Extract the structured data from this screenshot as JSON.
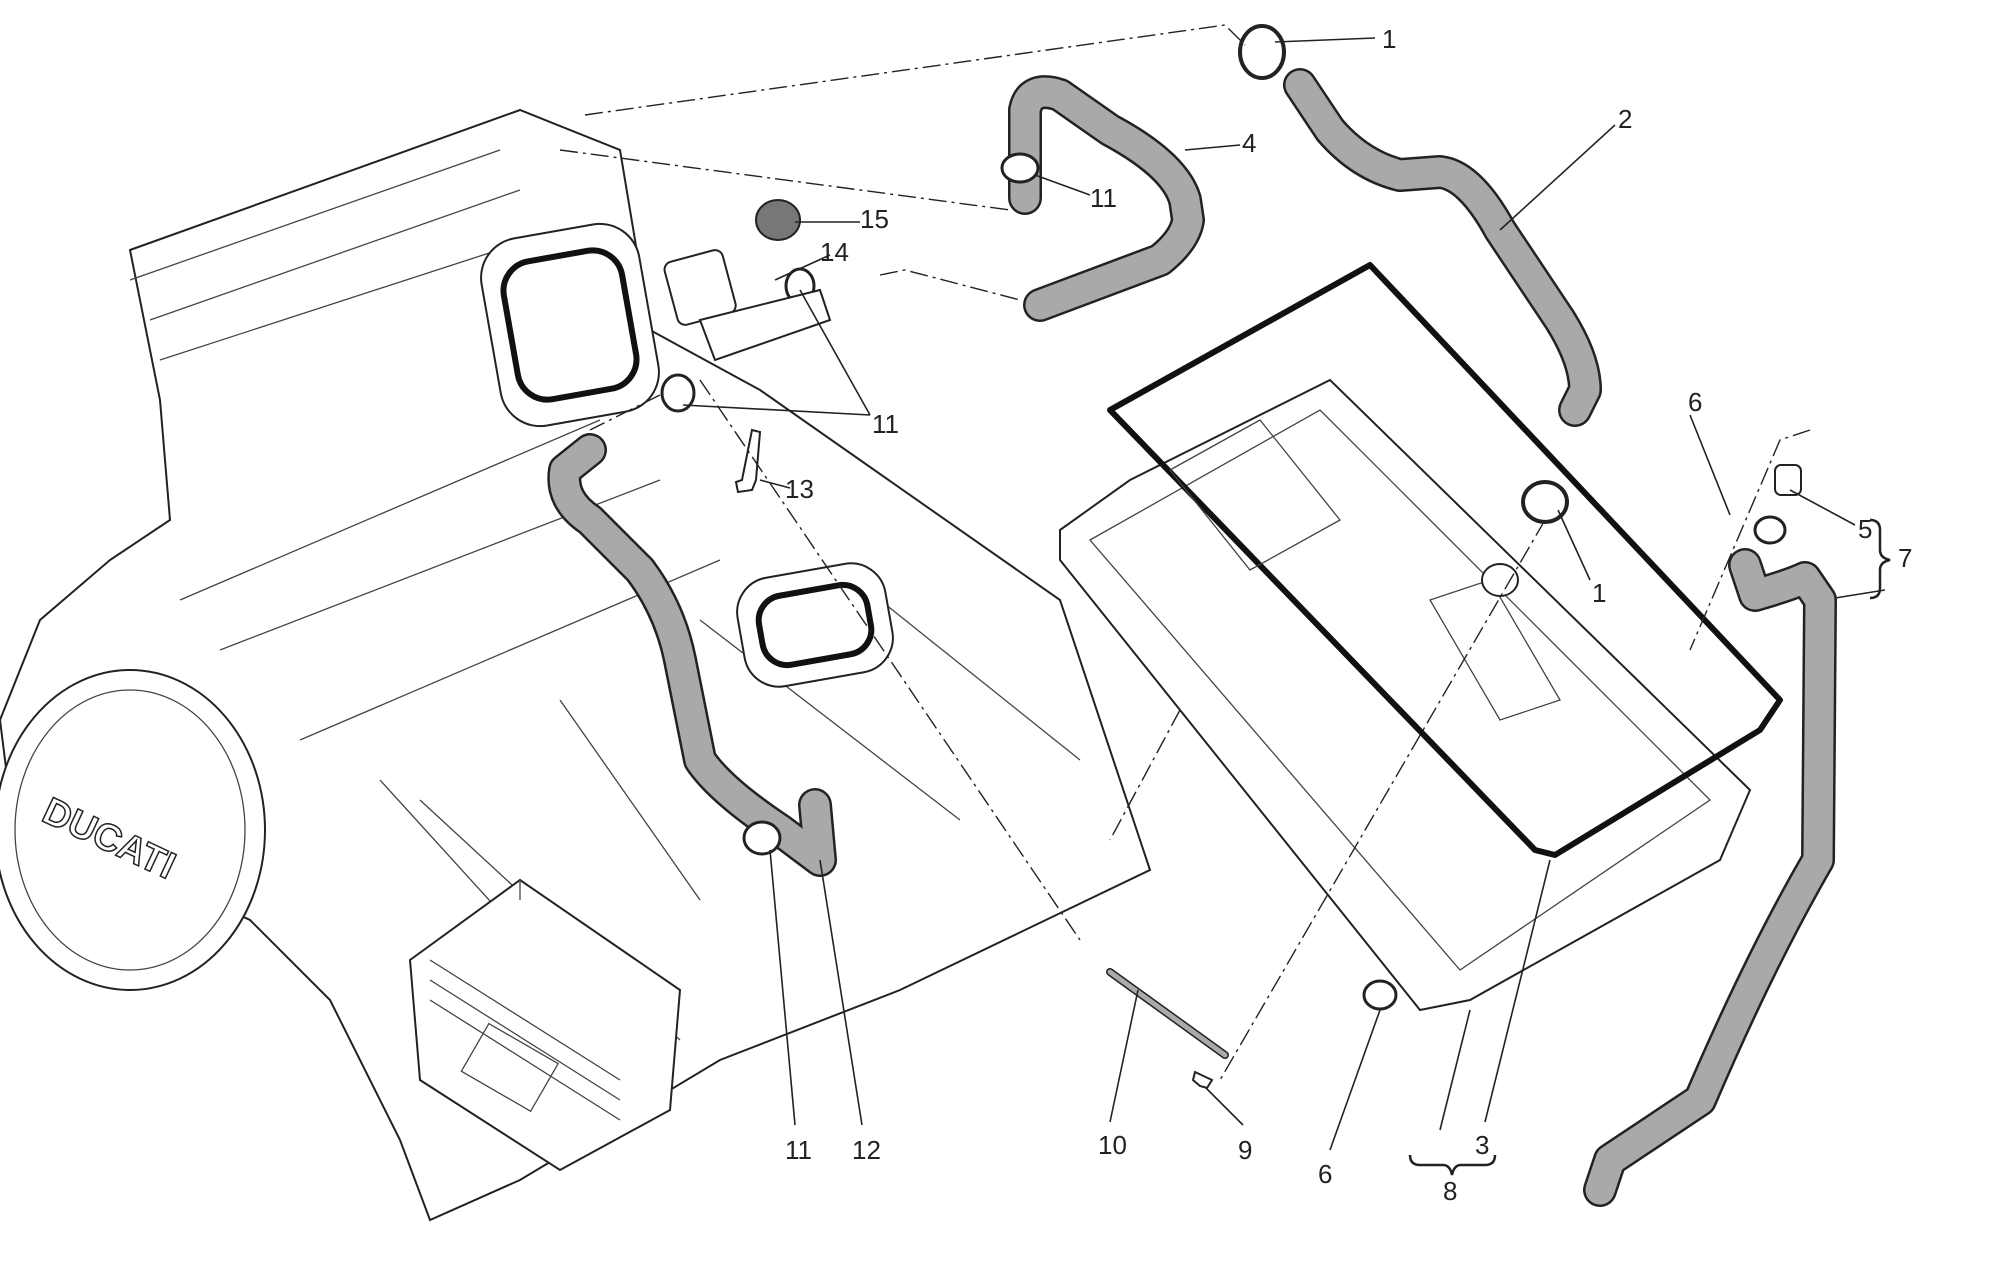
{
  "diagram": {
    "brand_logo_text": "DUCATI",
    "callouts": [
      {
        "id": "c1a",
        "text": "1"
      },
      {
        "id": "c2",
        "text": "2"
      },
      {
        "id": "c4",
        "text": "4"
      },
      {
        "id": "c11a",
        "text": "11"
      },
      {
        "id": "c15",
        "text": "15"
      },
      {
        "id": "c14",
        "text": "14"
      },
      {
        "id": "c11b",
        "text": "11"
      },
      {
        "id": "c13",
        "text": "13"
      },
      {
        "id": "c6a",
        "text": "6"
      },
      {
        "id": "c5",
        "text": "5"
      },
      {
        "id": "c7",
        "text": "7"
      },
      {
        "id": "c1b",
        "text": "1"
      },
      {
        "id": "c11c",
        "text": "11"
      },
      {
        "id": "c12",
        "text": "12"
      },
      {
        "id": "c10",
        "text": "10"
      },
      {
        "id": "c9",
        "text": "9"
      },
      {
        "id": "c6b",
        "text": "6"
      },
      {
        "id": "c3",
        "text": "3"
      },
      {
        "id": "c8",
        "text": "8"
      }
    ]
  }
}
